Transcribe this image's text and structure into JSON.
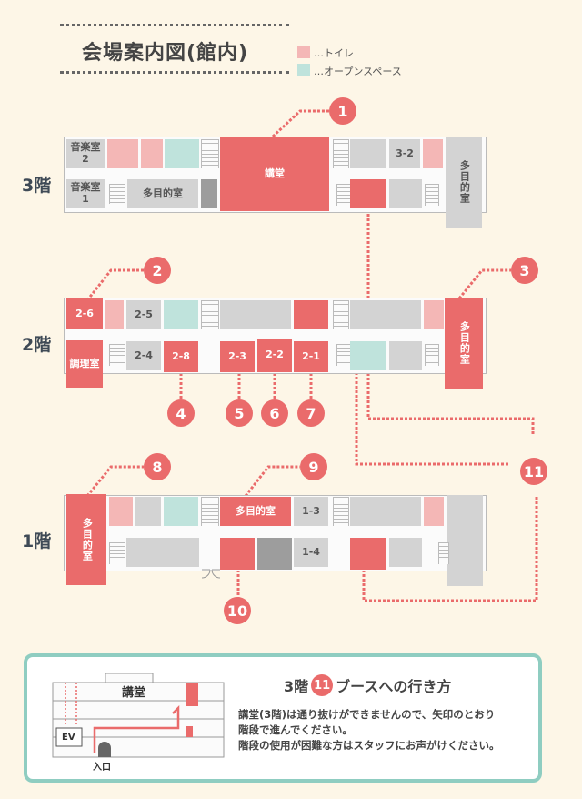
{
  "title": "会場案内図(館内)",
  "legend": [
    {
      "label": "…トイレ",
      "color": "#f4b7b6"
    },
    {
      "label": "…オープンスペース",
      "color": "#bfe3dc"
    }
  ],
  "floors": {
    "f3": {
      "label": "3階",
      "rooms": {
        "music2": "音楽室 2",
        "music1": "音楽室 1",
        "multi_purpose": "多目的室",
        "auditorium": "講堂",
        "r3_2": "3-2",
        "multi_purpose_east": "多目的室"
      }
    },
    "f2": {
      "label": "2階",
      "rooms": {
        "r2_6": "2-6",
        "cooking": "調理室",
        "r2_5": "2-5",
        "r2_4": "2-4",
        "r2_8": "2-8",
        "r2_3": "2-3",
        "r2_2": "2-2",
        "r2_1": "2-1",
        "multi_purpose_east": "多目的室"
      }
    },
    "f1": {
      "label": "1階",
      "rooms": {
        "multi_purpose_west": "多目的室",
        "multi_purpose_center": "多目的室",
        "r1_3": "1-3",
        "r1_4": "1-4"
      }
    }
  },
  "badges": [
    "1",
    "2",
    "3",
    "4",
    "5",
    "6",
    "7",
    "8",
    "9",
    "10",
    "11"
  ],
  "route_panel": {
    "title_prefix": "3階",
    "title_num": "11",
    "title_suffix": "ブースへの行き方",
    "auditorium": "講堂",
    "ev": "EV",
    "entrance": "入口",
    "line1": "講堂(3階)は通り抜けができませんので、矢印のとおり",
    "line2": "階段で進んでください。",
    "line3": "階段の使用が困難な方はスタッフにお声がけください。"
  },
  "colors": {
    "booth": "#ea6b6b",
    "toilet": "#f4b7b6",
    "open_space": "#bfe3dc",
    "room": "#d3d3d3",
    "panel_border": "#8fcdc1"
  }
}
